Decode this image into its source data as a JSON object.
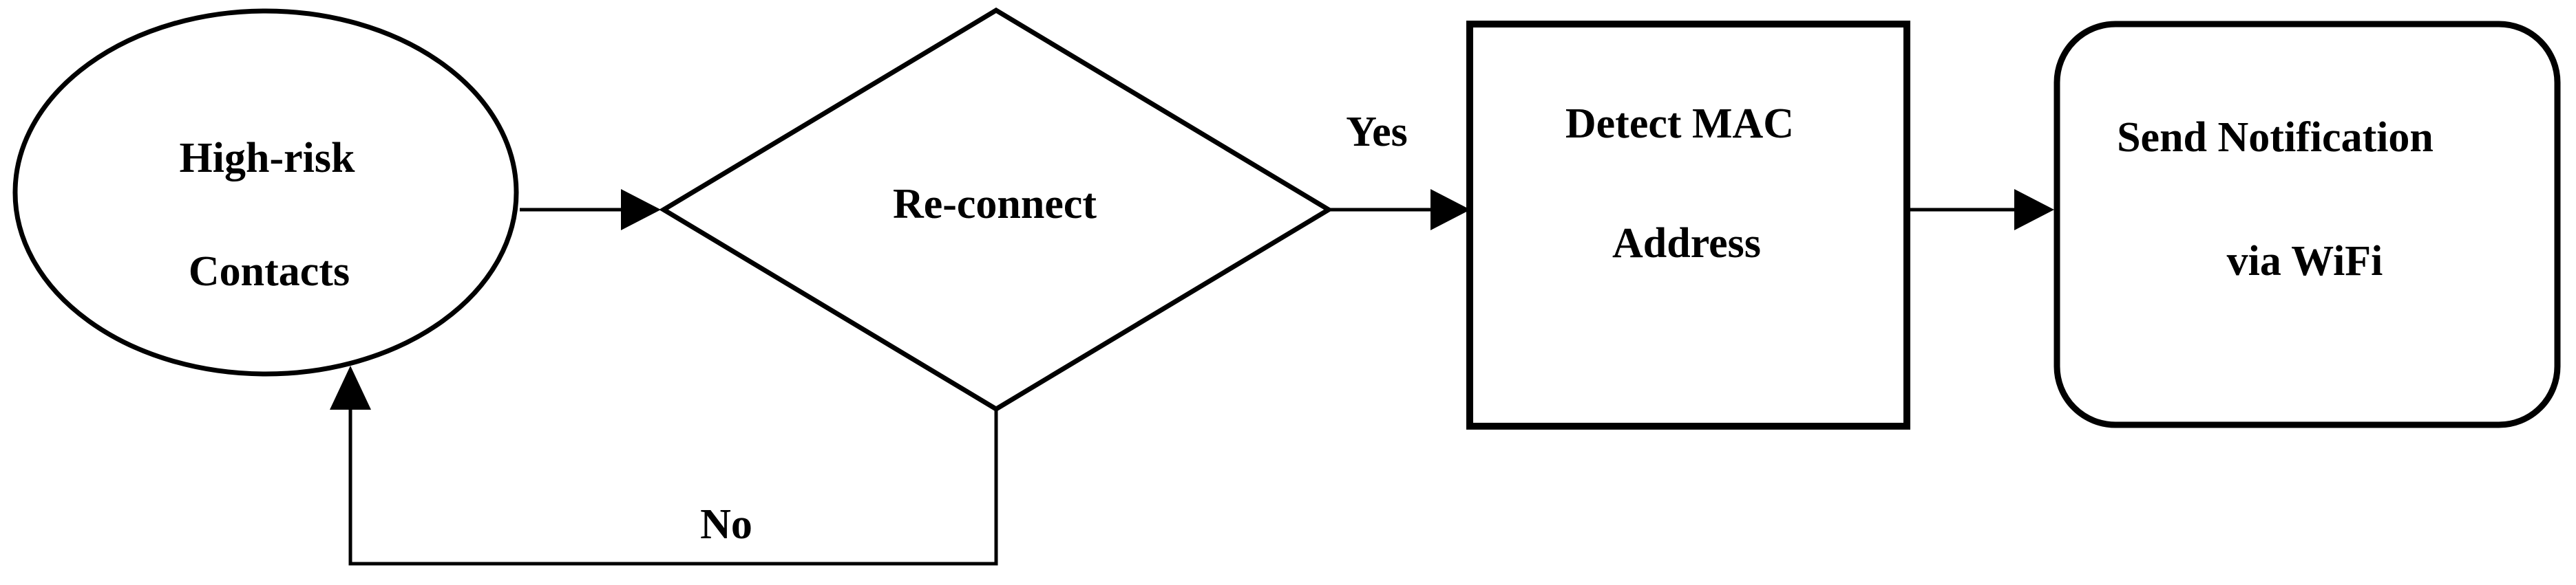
{
  "figure": {
    "type": "flowchart",
    "background_color": "#ffffff",
    "line_color": "#000000",
    "text_color": "#000000",
    "nodes": [
      {
        "id": "high-risk-contacts",
        "shape": "ellipse",
        "lines": [
          "High-risk",
          "Contacts"
        ]
      },
      {
        "id": "re-connect",
        "shape": "diamond",
        "lines": [
          "Re-connect"
        ]
      },
      {
        "id": "detect-mac-address",
        "shape": "rectangle",
        "lines": [
          "Detect MAC",
          "Address"
        ]
      },
      {
        "id": "send-notification",
        "shape": "rounded-rectangle",
        "lines": [
          "Send Notification",
          "via WiFi"
        ]
      }
    ],
    "edges": [
      {
        "from": "high-risk-contacts",
        "to": "re-connect",
        "label": ""
      },
      {
        "from": "re-connect",
        "to": "detect-mac-address",
        "label": "Yes"
      },
      {
        "from": "detect-mac-address",
        "to": "send-notification",
        "label": ""
      },
      {
        "from": "re-connect",
        "to": "high-risk-contacts",
        "label": "No"
      }
    ]
  }
}
